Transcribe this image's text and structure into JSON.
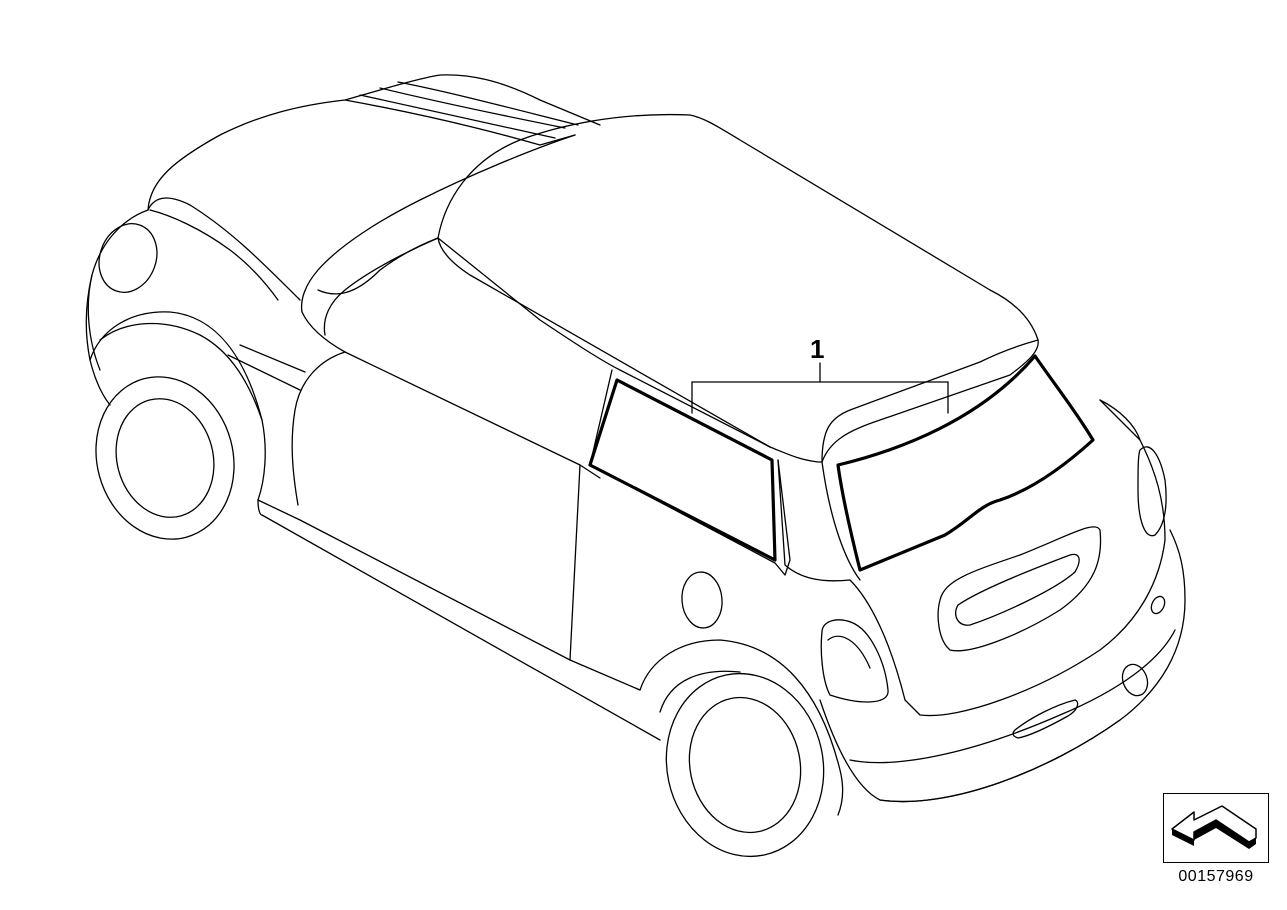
{
  "diagram": {
    "callouts": [
      {
        "label": "1",
        "part": "window-glass-seal"
      }
    ],
    "reference_number": "00157969",
    "orientation_icon": "arrow-direction-icon",
    "line_color": "#000000",
    "background_color": "#ffffff"
  }
}
